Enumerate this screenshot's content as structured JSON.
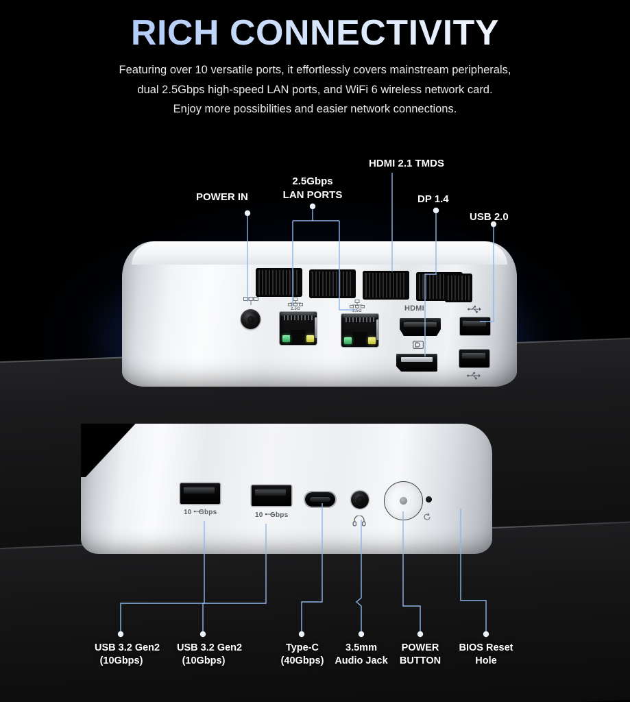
{
  "header": {
    "title": "RICH CONNECTIVITY",
    "subtitle_lines": [
      "Featuring over 10 versatile ports, it effortlessly covers mainstream peripherals,",
      "dual 2.5Gbps high-speed LAN ports, and WiFi 6 wireless network card.",
      "Enjoy more possibilities and easier network connections."
    ]
  },
  "colors": {
    "title_gradient_start": "#9fc0f5",
    "title_gradient_end": "#eef4fe",
    "leader_line": "#8fb6ea",
    "leader_dot": "#eef3fb",
    "background": "#000000",
    "glow_blue": "#2b62c8",
    "chassis_silver": "#f2f4f6",
    "label_text": "#ffffff",
    "lan_led_green": "#8cf0a8",
    "lan_led_yellow": "#f2f58a"
  },
  "rear_callouts": [
    {
      "id": "power-in",
      "label": "POWER IN",
      "lines": [
        "POWER IN"
      ]
    },
    {
      "id": "lan-ports",
      "label": "2.5Gbps LAN PORTS",
      "lines": [
        "2.5Gbps",
        "LAN PORTS"
      ]
    },
    {
      "id": "hdmi",
      "label": "HDMI 2.1 TMDS",
      "lines": [
        "HDMI 2.1 TMDS"
      ]
    },
    {
      "id": "dp",
      "label": "DP 1.4",
      "lines": [
        "DP 1.4"
      ]
    },
    {
      "id": "usb20",
      "label": "USB 2.0",
      "lines": [
        "USB 2.0"
      ]
    }
  ],
  "front_callouts": [
    {
      "id": "usb32-1",
      "label": "USB 3.2 Gen2 (10Gbps)",
      "lines": [
        "USB 3.2 Gen2",
        "(10Gbps)"
      ]
    },
    {
      "id": "usb32-2",
      "label": "USB 3.2 Gen2 (10Gbps)",
      "lines": [
        "USB 3.2 Gen2",
        "(10Gbps)"
      ]
    },
    {
      "id": "type-c",
      "label": "Type-C (40Gbps)",
      "lines": [
        "Type-C",
        "(40Gbps)"
      ]
    },
    {
      "id": "audio",
      "label": "3.5mm Audio Jack",
      "lines": [
        "3.5mm",
        "Audio Jack"
      ]
    },
    {
      "id": "power-btn",
      "label": "POWER BUTTON",
      "lines": [
        "POWER",
        "BUTTON"
      ]
    },
    {
      "id": "bios",
      "label": "BIOS Reset Hole",
      "lines": [
        "BIOS Reset",
        "Hole"
      ]
    }
  ],
  "port_marks": {
    "dc_power": "dc-power-icon",
    "lan_1": "2.5G",
    "lan_2": "2.5G",
    "hdmi": "HDMI",
    "displayport": "D",
    "usb_top": "usb-trident-icon",
    "usb_bottom": "usb-trident-icon",
    "front_usb_1": "10Gbps",
    "front_usb_2": "10Gbps",
    "headphone": "headphone-icon",
    "reset": "reset-icon"
  }
}
